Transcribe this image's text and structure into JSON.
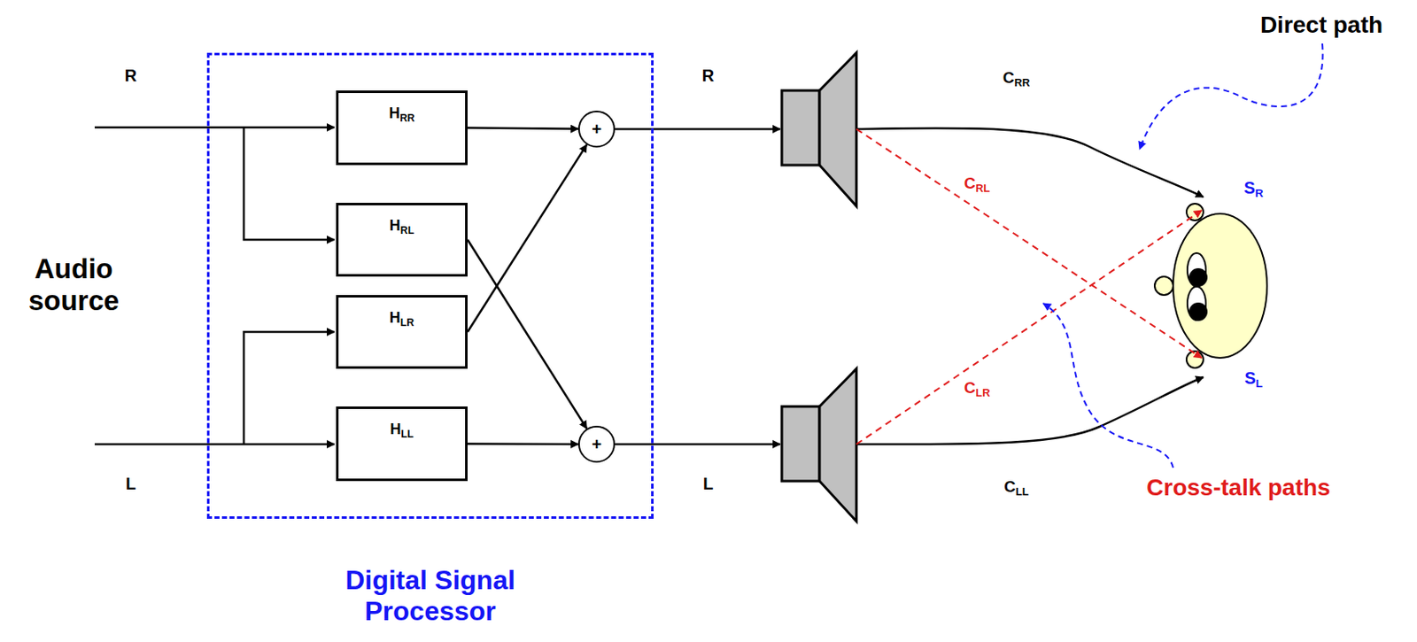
{
  "diagram": {
    "nodes": [
      {
        "text": [
          "Digital Signal Processor"
        ]
      },
      {
        "text": [
          "HRR"
        ],
        "in": 0
      },
      {
        "text": [
          "HRL"
        ],
        "in": 0
      },
      {
        "text": [
          "HLR"
        ],
        "in": 0
      },
      {
        "text": [
          "HLL"
        ],
        "in": 0
      },
      {
        "text": [
          "+"
        ],
        "in": 0
      },
      {
        "text": [
          "+"
        ],
        "in": 0
      }
    ],
    "edges": [
      {
        "from": 1,
        "to": 5,
        "arrow": "to"
      },
      {
        "from": 3,
        "to": 5,
        "arrow": "to"
      },
      {
        "from": 2,
        "to": 6,
        "arrow": "to"
      },
      {
        "from": 4,
        "to": 6,
        "arrow": "to"
      }
    ],
    "labels": [
      "R",
      "L",
      "Audio source",
      "R",
      "L",
      "CRR",
      "CRL",
      "CLR",
      "CLL",
      "SR",
      "SL",
      "Direct path",
      "Cross-talk paths"
    ]
  }
}
